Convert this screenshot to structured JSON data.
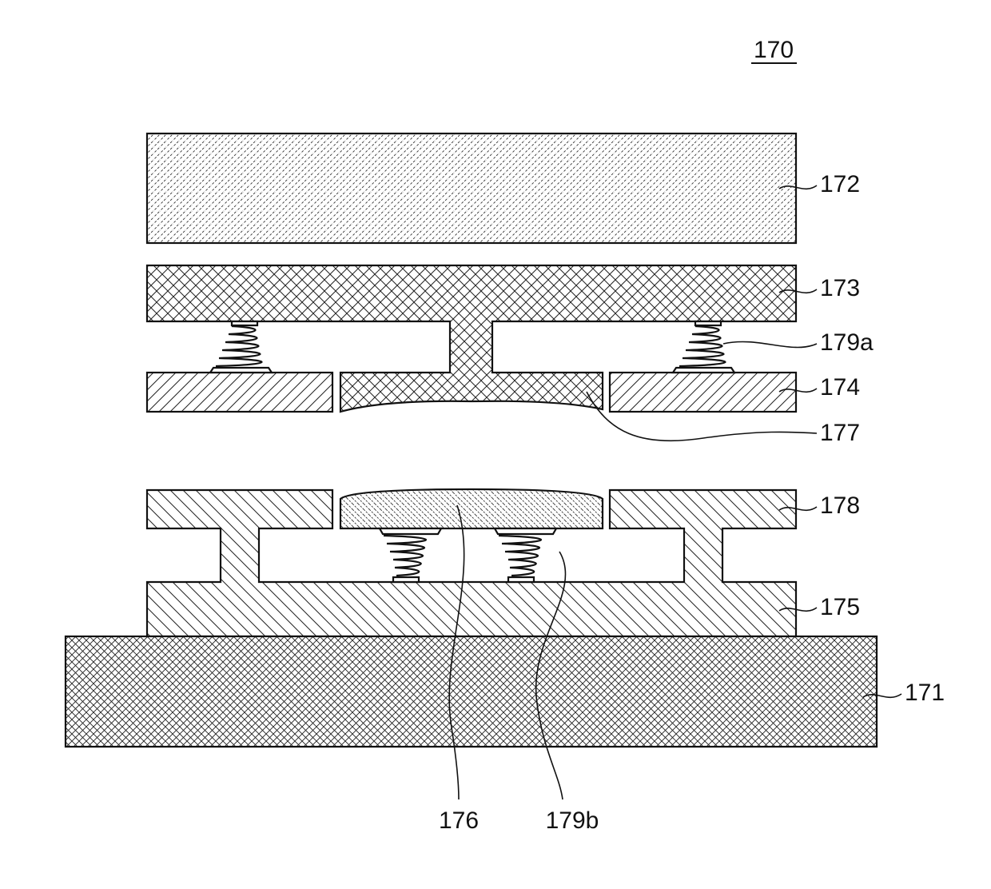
{
  "figure": {
    "assembly_label": "170",
    "labels": {
      "base": "171",
      "top_plate": "172",
      "upper_block": "173",
      "upper_carrier": "174",
      "lower_block": "175",
      "lower_pad": "176",
      "upper_pad": "177",
      "lower_carrier": "178",
      "upper_springs": "179a",
      "lower_springs": "179b"
    }
  }
}
